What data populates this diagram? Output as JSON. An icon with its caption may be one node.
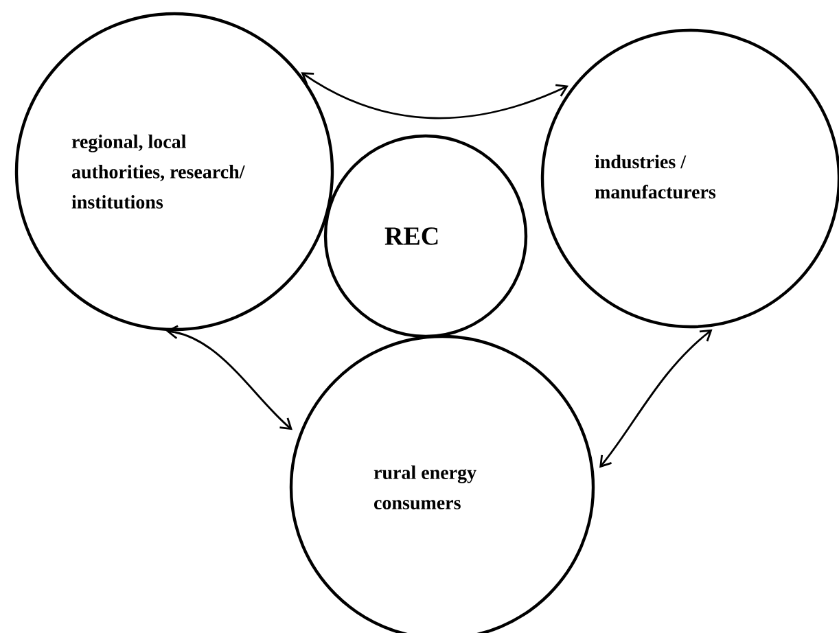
{
  "diagram": {
    "nodes": [
      {
        "text": [
          "regional, local authorities, research/ institutions"
        ]
      },
      {
        "text": [
          "REC"
        ]
      },
      {
        "text": [
          "industries / manufacturers"
        ]
      },
      {
        "text": [
          "rural energy consumers"
        ]
      }
    ],
    "edges": [
      {
        "from": 0,
        "to": 2,
        "arrow": "both"
      },
      {
        "from": 0,
        "to": 3,
        "arrow": "both"
      },
      {
        "from": 2,
        "to": 3,
        "arrow": "both"
      }
    ]
  }
}
